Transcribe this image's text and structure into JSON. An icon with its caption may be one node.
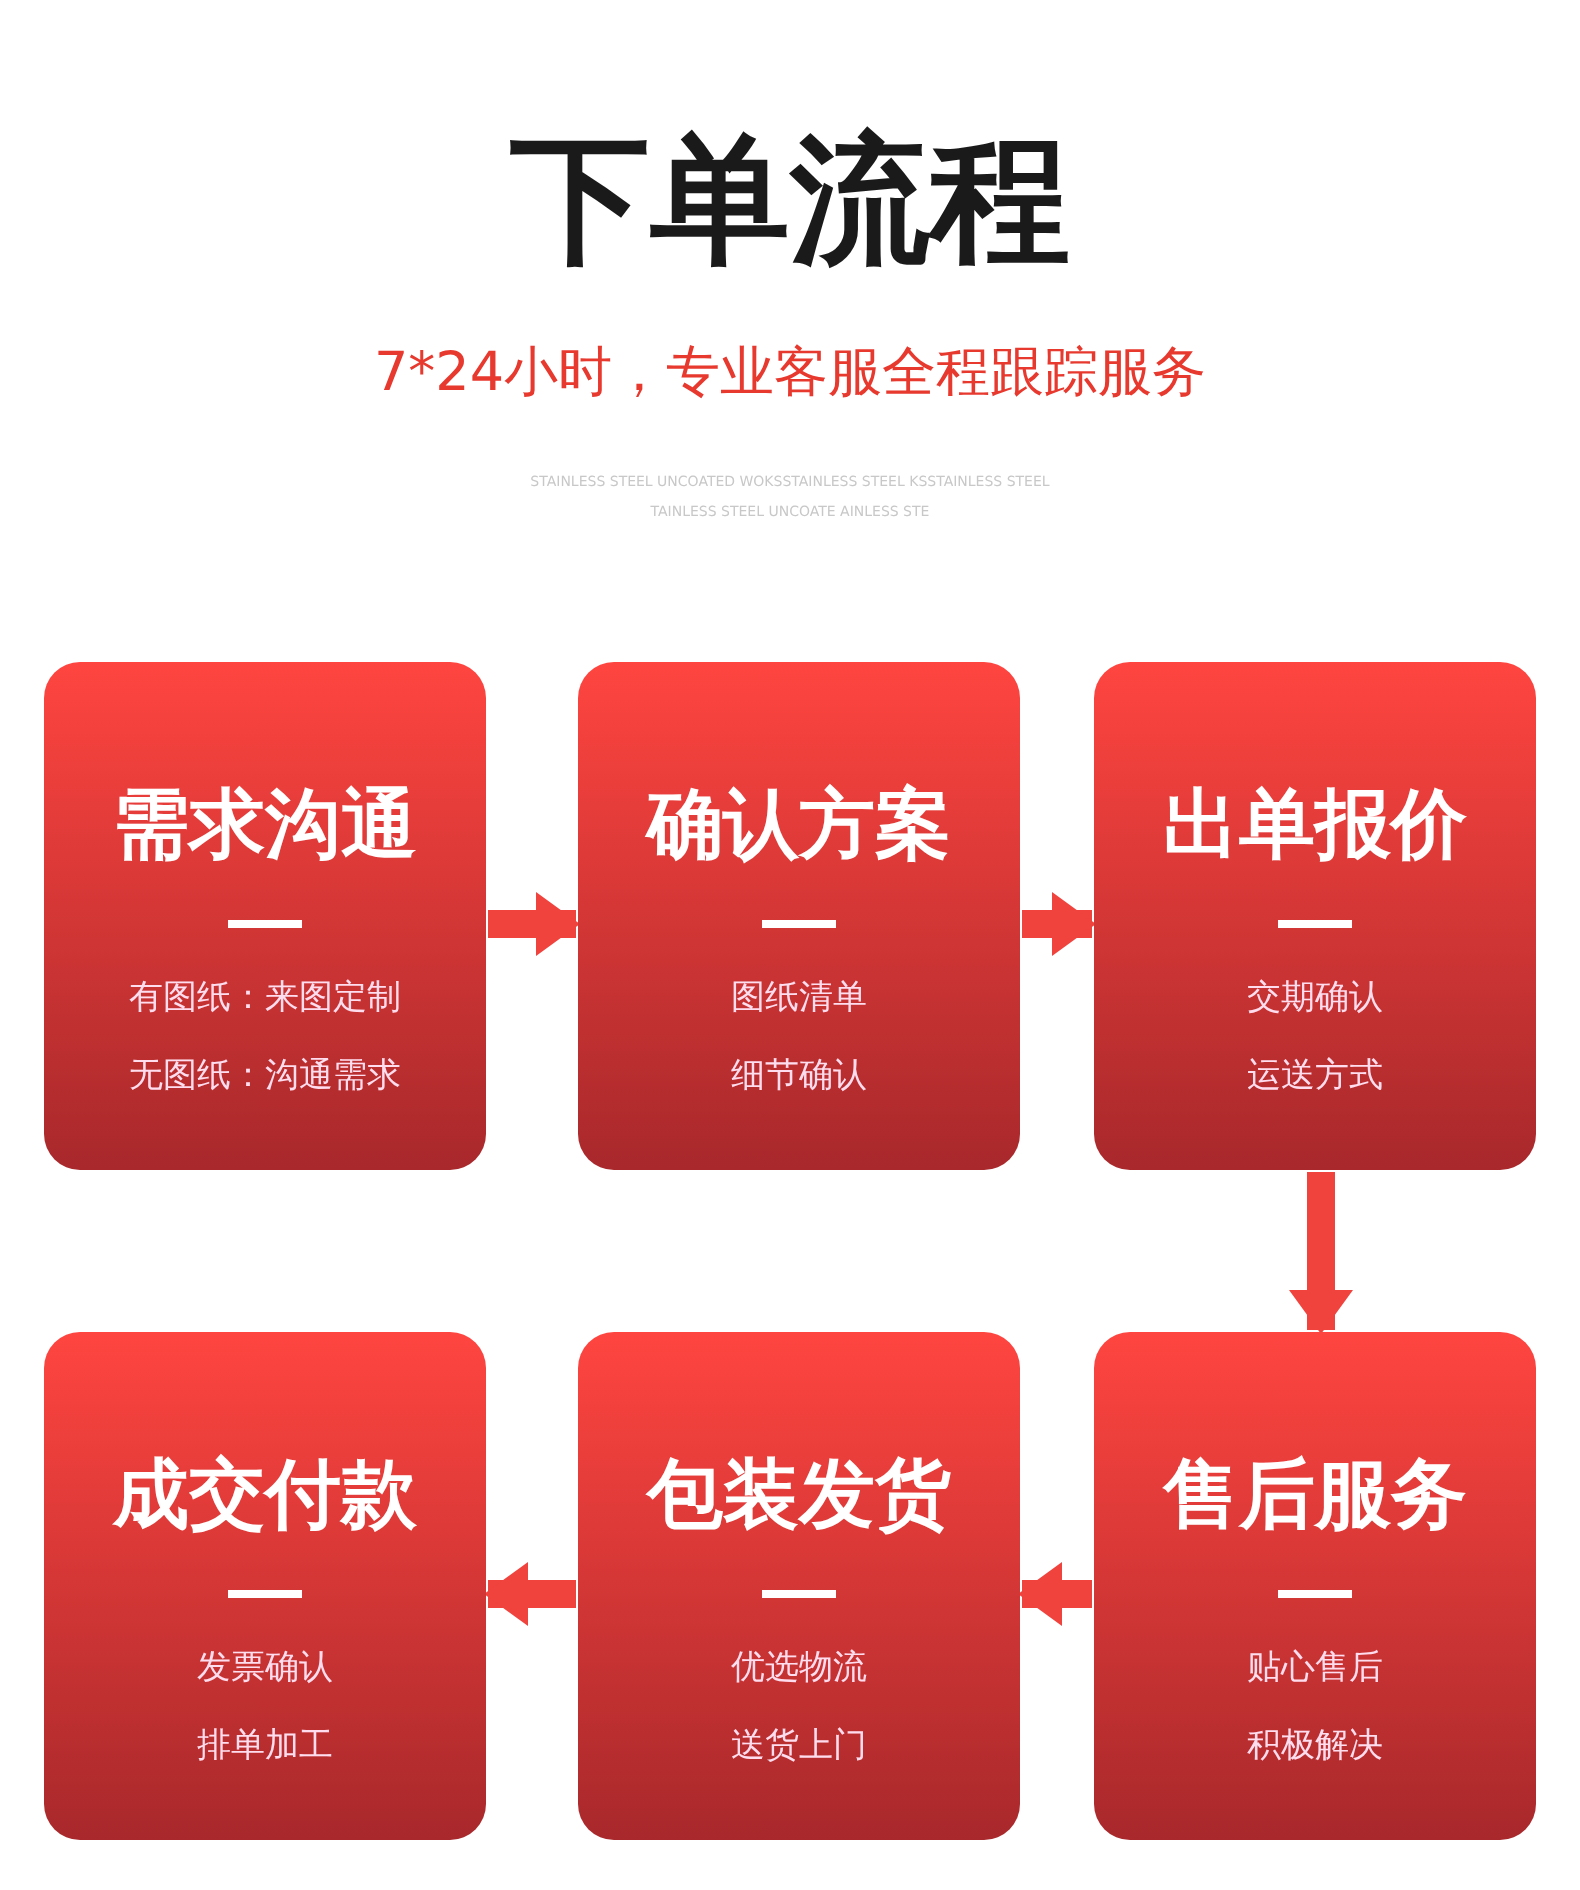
{
  "diagram": {
    "title": "下单流程",
    "nodes": [
      {
        "text": [
          "需求沟通",
          "有图纸：来图定制",
          "无图纸：沟通需求"
        ]
      },
      {
        "text": [
          "确认方案",
          "图纸清单",
          "细节确认"
        ]
      },
      {
        "text": [
          "出单报价",
          "交期确认",
          "运送方式"
        ]
      },
      {
        "text": [
          "成交付款",
          "发票确认",
          "排单加工"
        ]
      },
      {
        "text": [
          "包装发货",
          "优选物流",
          "送货上门"
        ]
      },
      {
        "text": [
          "售后服务",
          "贴心售后",
          "积极解决"
        ]
      }
    ],
    "edges": [
      {
        "from": 0,
        "to": 1,
        "arrow": "to"
      },
      {
        "from": 1,
        "to": 2,
        "arrow": "to"
      },
      {
        "from": 2,
        "to": 5,
        "arrow": "to"
      },
      {
        "from": 5,
        "to": 4,
        "arrow": "to"
      },
      {
        "from": 4,
        "to": 3,
        "arrow": "to"
      }
    ],
    "labels": [
      "7*24小时，专业客服全程跟踪服务",
      "STAINLESS STEEL UNCOATED WOKSSTAINLESS STEEL KSSTAINLESS STEEL",
      "TAINLESS STEEL UNCOATE AINLESS STE"
    ]
  }
}
